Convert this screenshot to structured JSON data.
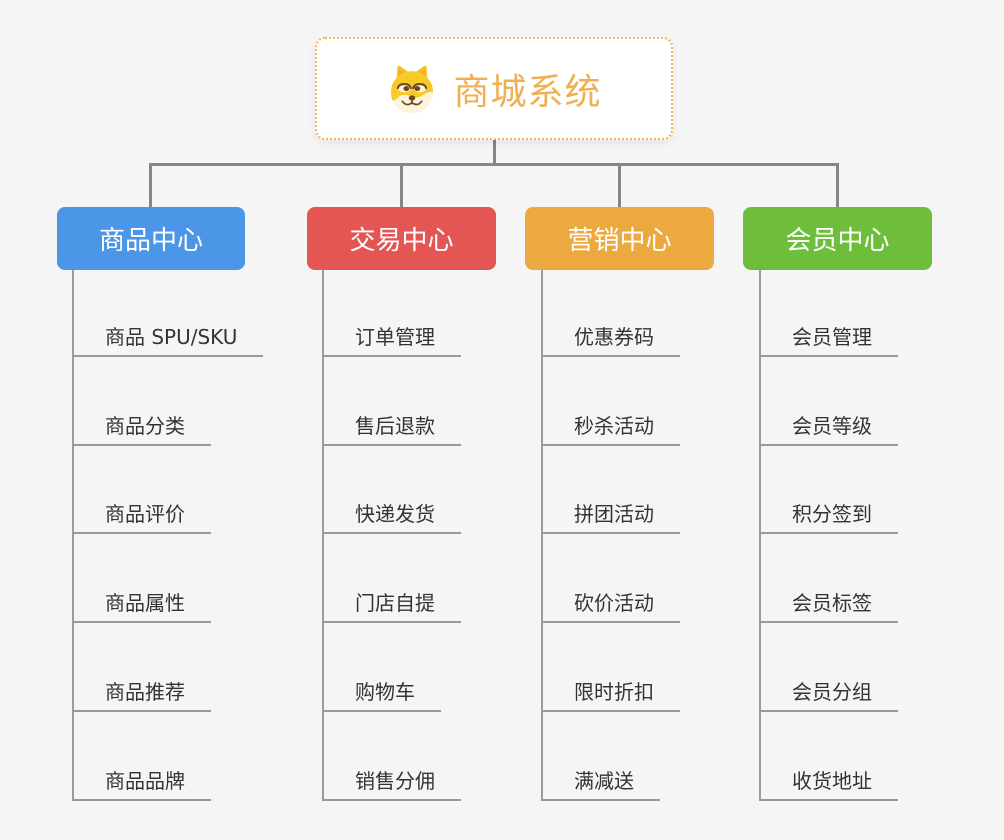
{
  "root": {
    "title": "商城系统",
    "icon": "doge-icon"
  },
  "branches": [
    {
      "label": "商品中心",
      "color": "#4c96e8",
      "items": [
        "商品 SPU/SKU",
        "商品分类",
        "商品评价",
        "商品属性",
        "商品推荐",
        "商品品牌"
      ]
    },
    {
      "label": "交易中心",
      "color": "#e45654",
      "items": [
        "订单管理",
        "售后退款",
        "快递发货",
        "门店自提",
        "购物车",
        "销售分佣"
      ]
    },
    {
      "label": "营销中心",
      "color": "#eca93f",
      "items": [
        "优惠券码",
        "秒杀活动",
        "拼团活动",
        "砍价活动",
        "限时折扣",
        "满减送"
      ]
    },
    {
      "label": "会员中心",
      "color": "#6ebe3c",
      "items": [
        "会员管理",
        "会员等级",
        "积分签到",
        "会员标签",
        "会员分组",
        "收货地址"
      ]
    }
  ],
  "colors": {
    "background": "#f5f5f5",
    "connector": "#868686",
    "leaf_line": "#999999",
    "leaf_text": "#333333",
    "root_text": "#f0af52",
    "root_border": "#f3b25c"
  }
}
